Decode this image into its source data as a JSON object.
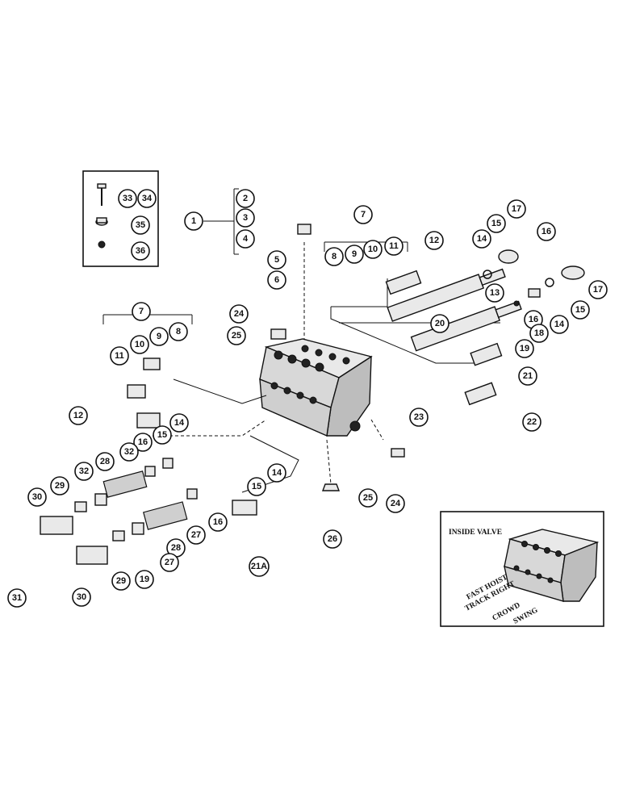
{
  "callouts": [
    {
      "n": "1"
    },
    {
      "n": "2"
    },
    {
      "n": "3"
    },
    {
      "n": "4"
    },
    {
      "n": "5"
    },
    {
      "n": "6"
    },
    {
      "n": "7"
    },
    {
      "n": "8"
    },
    {
      "n": "9"
    },
    {
      "n": "10"
    },
    {
      "n": "11"
    },
    {
      "n": "12"
    },
    {
      "n": "13"
    },
    {
      "n": "14"
    },
    {
      "n": "15"
    },
    {
      "n": "16"
    },
    {
      "n": "17"
    },
    {
      "n": "17"
    },
    {
      "n": "14"
    },
    {
      "n": "15"
    },
    {
      "n": "16"
    },
    {
      "n": "18"
    },
    {
      "n": "19"
    },
    {
      "n": "20"
    },
    {
      "n": "21"
    },
    {
      "n": "22"
    },
    {
      "n": "23"
    },
    {
      "n": "24"
    },
    {
      "n": "25"
    },
    {
      "n": "7"
    },
    {
      "n": "11"
    },
    {
      "n": "10"
    },
    {
      "n": "9"
    },
    {
      "n": "8"
    },
    {
      "n": "12"
    },
    {
      "n": "16"
    },
    {
      "n": "15"
    },
    {
      "n": "14"
    },
    {
      "n": "32"
    },
    {
      "n": "28"
    },
    {
      "n": "32"
    },
    {
      "n": "29"
    },
    {
      "n": "30"
    },
    {
      "n": "14"
    },
    {
      "n": "15"
    },
    {
      "n": "16"
    },
    {
      "n": "28"
    },
    {
      "n": "27"
    },
    {
      "n": "21A"
    },
    {
      "n": "30"
    },
    {
      "n": "29"
    },
    {
      "n": "19"
    },
    {
      "n": "27"
    },
    {
      "n": "31"
    },
    {
      "n": "26"
    },
    {
      "n": "25"
    },
    {
      "n": "24"
    },
    {
      "n": "33"
    },
    {
      "n": "34"
    },
    {
      "n": "35"
    },
    {
      "n": "36"
    }
  ],
  "inset": {
    "title": "INSIDE VALVE",
    "labels": [
      "FAST HOIST",
      "TRACK RIGHT",
      "CROWD",
      "SWING"
    ]
  }
}
